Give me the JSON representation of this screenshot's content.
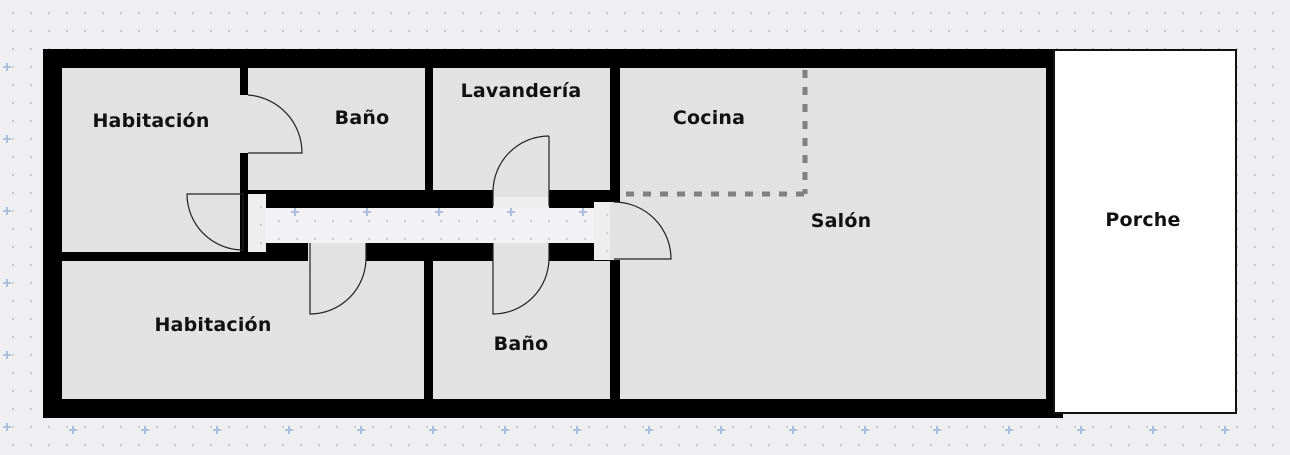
{
  "plan": {
    "type": "floor-plan",
    "background_color": "#efeff1",
    "wall_color": "#000000",
    "room_fill": "#e2e2e2",
    "porch_fill": "#ffffff",
    "kitchen_divider_color": "#808080"
  },
  "rooms": {
    "bedroom_top": {
      "label": "Habitación"
    },
    "bathroom_top": {
      "label": "Baño"
    },
    "laundry": {
      "label": "Lavandería"
    },
    "kitchen": {
      "label": "Cocina"
    },
    "living": {
      "label": "Salón"
    },
    "porch": {
      "label": "Porche"
    },
    "bedroom_bottom": {
      "label": "Habitación"
    },
    "bathroom_bottom": {
      "label": "Baño"
    }
  }
}
